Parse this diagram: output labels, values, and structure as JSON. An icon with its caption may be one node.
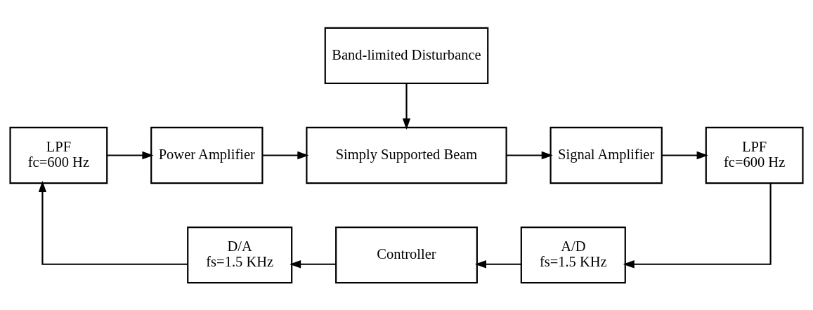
{
  "diagram": {
    "nodes": [
      {
        "text": [
          "Band-limited Disturbance"
        ]
      },
      {
        "text": [
          "LPF",
          "fc=600 Hz"
        ]
      },
      {
        "text": [
          "Power Amplifier"
        ]
      },
      {
        "text": [
          "Simply Supported Beam"
        ]
      },
      {
        "text": [
          "Signal Amplifier"
        ]
      },
      {
        "text": [
          "LPF",
          "fc=600 Hz"
        ]
      },
      {
        "text": [
          "D/A",
          "fs=1.5 KHz"
        ]
      },
      {
        "text": [
          "Controller"
        ]
      },
      {
        "text": [
          "A/D",
          "fs=1.5 KHz"
        ]
      }
    ],
    "edges": [
      {
        "from": 0,
        "to": 3,
        "arrow": "to"
      },
      {
        "from": 1,
        "to": 2,
        "arrow": "to"
      },
      {
        "from": 2,
        "to": 3,
        "arrow": "to"
      },
      {
        "from": 3,
        "to": 4,
        "arrow": "to"
      },
      {
        "from": 4,
        "to": 5,
        "arrow": "to"
      },
      {
        "from": 5,
        "to": 8,
        "arrow": "to"
      },
      {
        "from": 8,
        "to": 7,
        "arrow": "to"
      },
      {
        "from": 7,
        "to": 6,
        "arrow": "to"
      },
      {
        "from": 6,
        "to": 1,
        "arrow": "to"
      }
    ]
  }
}
